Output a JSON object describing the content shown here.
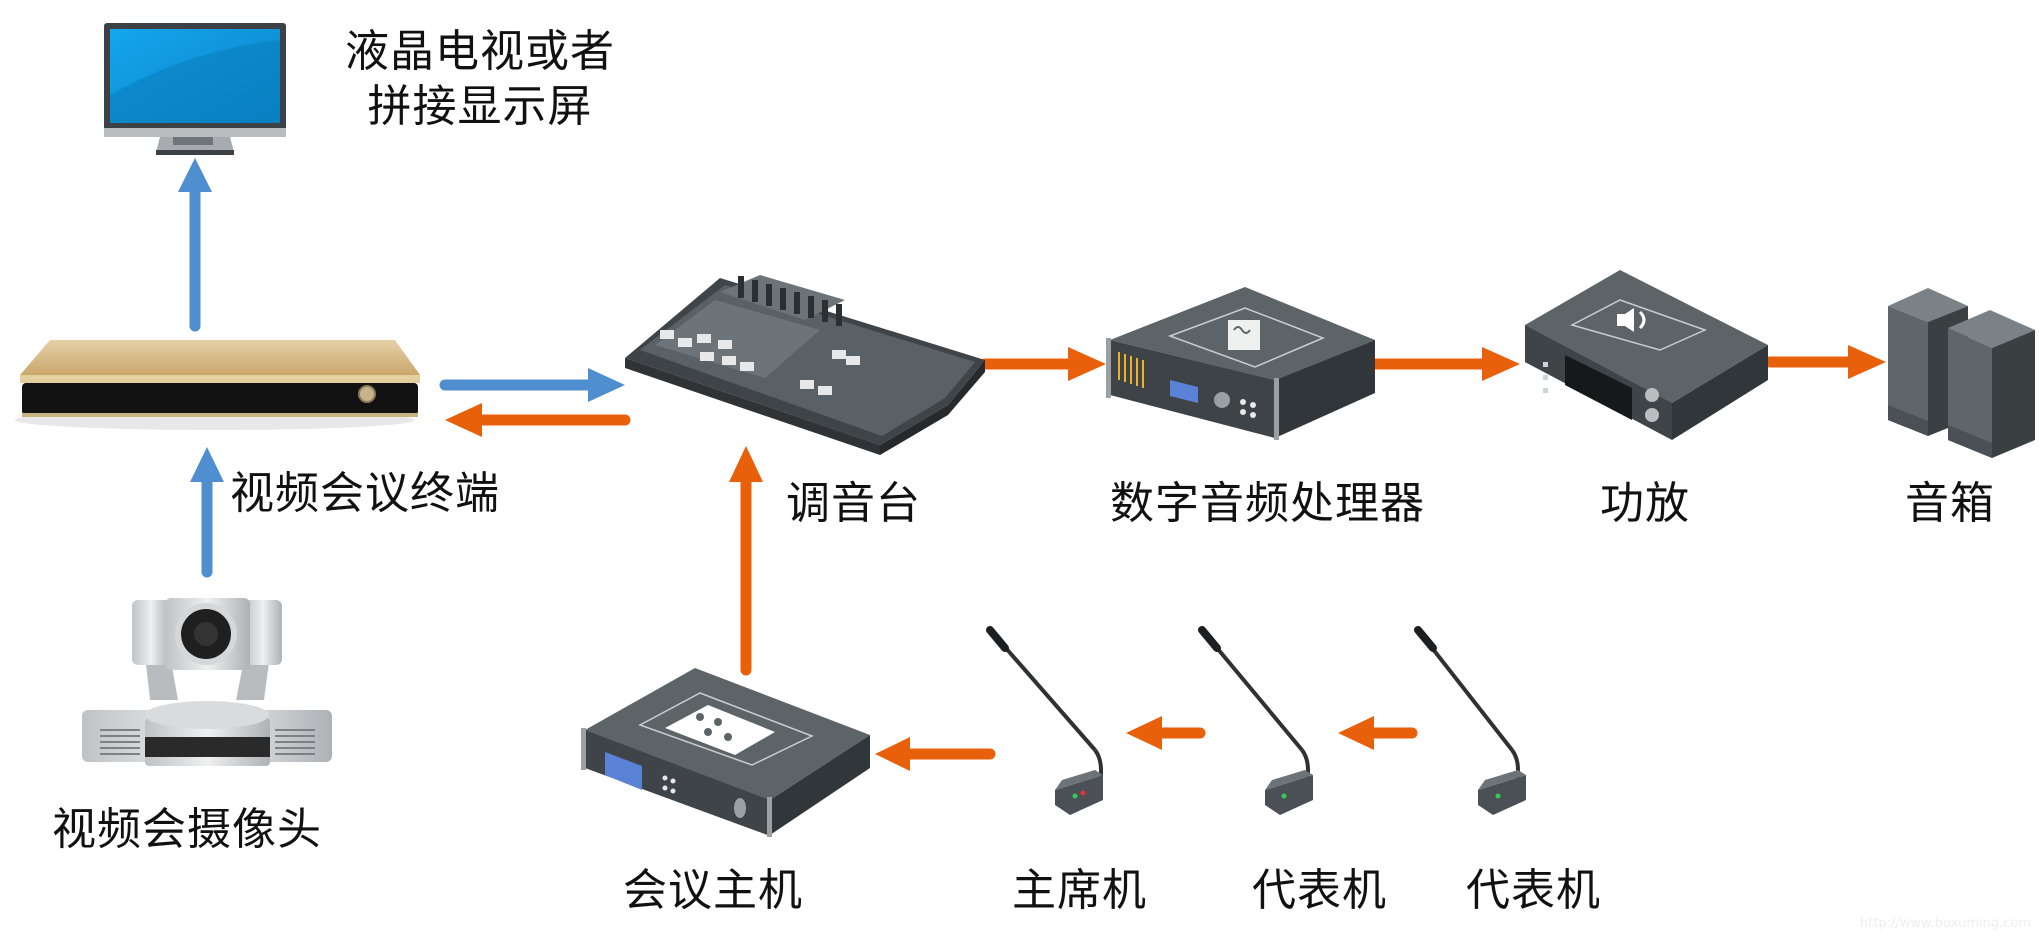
{
  "colors": {
    "video_arrow": "#4f8fcf",
    "audio_arrow": "#e8600a",
    "device_dark": "#4a4f52",
    "device_top": "#5d6468",
    "screen_blue": "#0a8fd6",
    "terminal_gold": "#d9bf8c"
  },
  "nodes": {
    "display": {
      "label": "液晶电视或者\n拼接显示屏",
      "icon": "monitor-icon"
    },
    "terminal": {
      "label": "视频会议终端",
      "icon": "video-terminal-icon"
    },
    "camera": {
      "label": "视频会摄像头",
      "icon": "ptz-camera-icon"
    },
    "mixer": {
      "label": "调音台",
      "icon": "mixer-icon"
    },
    "dsp": {
      "label": "数字音频处理器",
      "icon": "dsp-icon"
    },
    "amplifier": {
      "label": "功放",
      "icon": "amplifier-icon"
    },
    "speakers": {
      "label": "音箱",
      "icon": "speaker-icon"
    },
    "host": {
      "label": "会议主机",
      "icon": "conference-host-icon"
    },
    "chairman": {
      "label": "主席机",
      "icon": "gooseneck-mic-icon"
    },
    "delegate1": {
      "label": "代表机",
      "icon": "gooseneck-mic-icon"
    },
    "delegate2": {
      "label": "代表机",
      "icon": "gooseneck-mic-icon"
    }
  },
  "edges": [
    {
      "from": "terminal",
      "to": "display",
      "type": "video"
    },
    {
      "from": "camera",
      "to": "terminal",
      "type": "video"
    },
    {
      "from": "terminal",
      "to": "mixer",
      "type": "video"
    },
    {
      "from": "mixer",
      "to": "terminal",
      "type": "audio"
    },
    {
      "from": "mixer",
      "to": "dsp",
      "type": "audio"
    },
    {
      "from": "dsp",
      "to": "amplifier",
      "type": "audio"
    },
    {
      "from": "amplifier",
      "to": "speakers",
      "type": "audio"
    },
    {
      "from": "host",
      "to": "mixer",
      "type": "audio"
    },
    {
      "from": "chairman",
      "to": "host",
      "type": "audio"
    },
    {
      "from": "delegate1",
      "to": "chairman",
      "type": "audio"
    },
    {
      "from": "delegate2",
      "to": "delegate1",
      "type": "audio"
    }
  ],
  "watermark": "http://www.boxuming.com"
}
